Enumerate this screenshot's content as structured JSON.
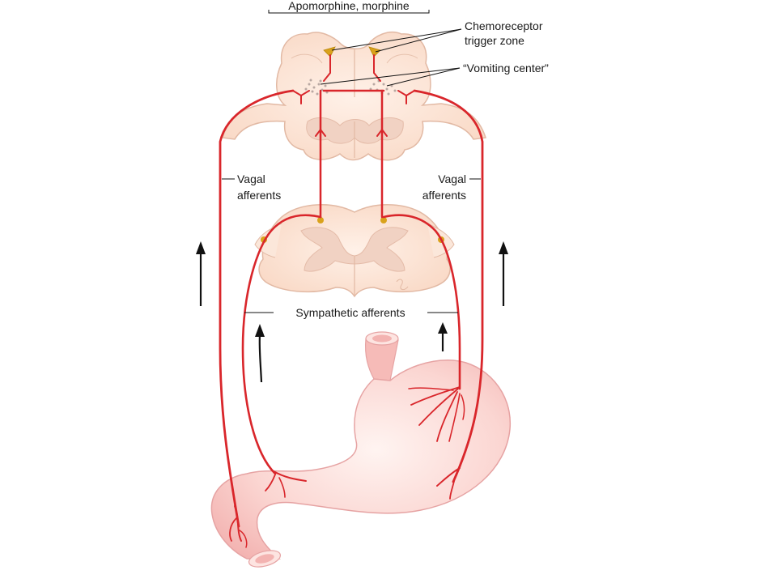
{
  "labels": {
    "drug_label": "Apomorphine, morphine",
    "ctz_line1": "Chemoreceptor",
    "ctz_line2": "trigger zone",
    "vomiting_center": "“Vomiting center”",
    "vagal_left_line1": "Vagal",
    "vagal_left_line2": "afferents",
    "vagal_right_line1": "Vagal",
    "vagal_right_line2": "afferents",
    "sympathetic": "Sympathetic afferents"
  },
  "colors": {
    "nerve": "#d9262b",
    "tissue_fill": "#fbe0cf",
    "tissue_stroke": "#e2b9a4",
    "gray_matter": "#f1d2c3",
    "stomach_fill": "#f9c7c4",
    "stomach_stroke": "#e6a3a3",
    "ganglion": "#d9a21b",
    "arrow": "#111111",
    "text": "#1a1a1a"
  }
}
